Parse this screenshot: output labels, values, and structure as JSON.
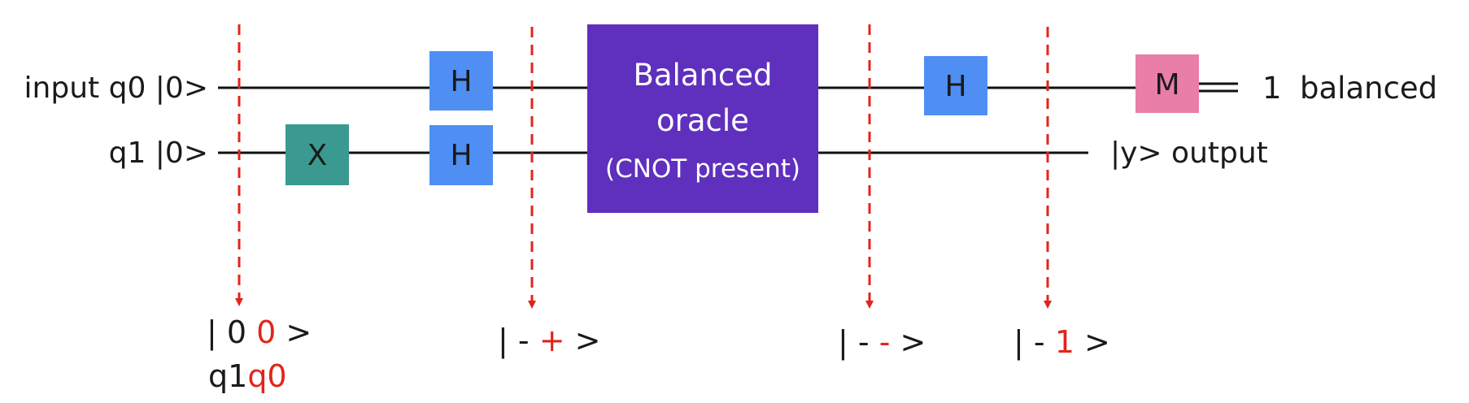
{
  "diagram": {
    "qubit_labels": {
      "q0": "input q0 |0>",
      "q1": "q1 |0>"
    },
    "gates": {
      "x_q1": "X",
      "h_q0_first": "H",
      "h_q1_first": "H",
      "h_q0_second": "H",
      "measure": "M"
    },
    "oracle": {
      "line1": "Balanced",
      "line2": "oracle",
      "line3": "(CNOT present)"
    },
    "outputs": {
      "measurement_result": "1",
      "measurement_label": "balanced",
      "q1_output": "|y> output"
    },
    "states": [
      {
        "prefix": "| 0 ",
        "highlight": "0",
        "suffix": " >",
        "sub_black": "q1",
        "sub_red": "q0"
      },
      {
        "prefix": "| - ",
        "highlight": "+",
        "suffix": " >"
      },
      {
        "prefix": "| - ",
        "highlight": "-",
        "suffix": " >"
      },
      {
        "prefix": "| - ",
        "highlight": "1",
        "suffix": " >"
      }
    ],
    "colors": {
      "x_gate": "#3a9a91",
      "h_gate": "#4f8ff4",
      "oracle": "#5e30bd",
      "measure_gate": "#e97ea9",
      "probe": "#e1251b",
      "wire": "#111111"
    }
  }
}
